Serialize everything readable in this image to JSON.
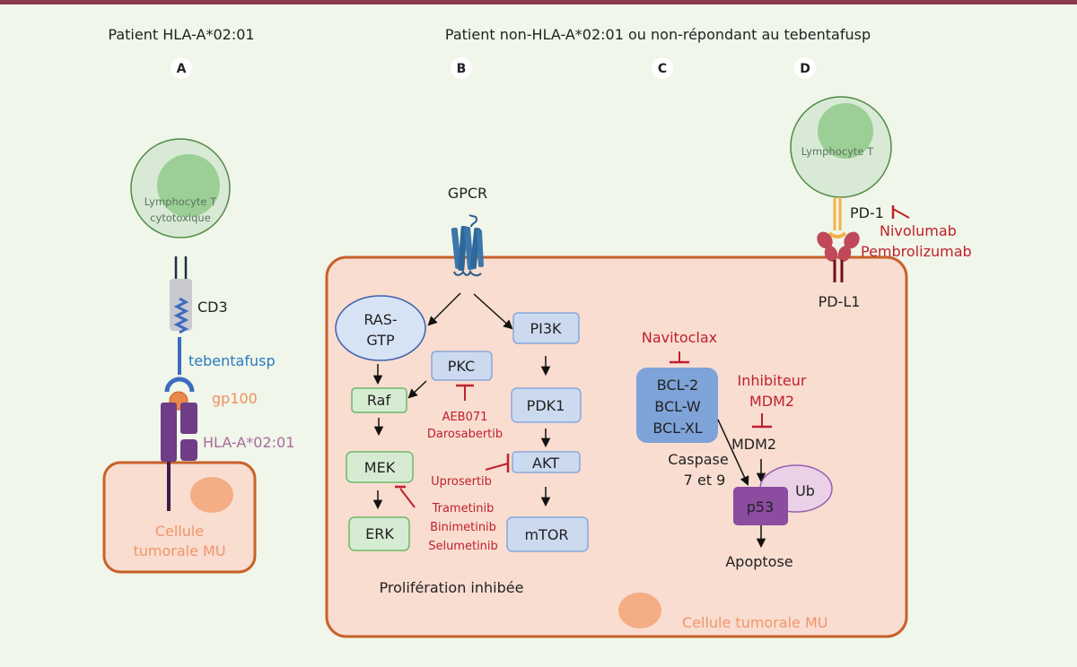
{
  "header": {
    "left_title": "Patient HLA-A*02:01",
    "right_title": "Patient non-HLA-A*02:01 ou non-répondant au tebentafusp"
  },
  "panels": {
    "A": "A",
    "B": "B",
    "C": "C",
    "D": "D"
  },
  "panel_a": {
    "t_cell_line1": "Lymphocyte T",
    "t_cell_line2": "cytotoxique",
    "cd3": "CD3",
    "tebentafusp": "tebentafusp",
    "gp100": "gp100",
    "hla": "HLA-A*02:01",
    "tumor_line1": "Cellule",
    "tumor_line2": "tumorale MU"
  },
  "panel_b": {
    "gpcr": "GPCR",
    "ras_line1": "RAS-",
    "ras_line2": "GTP",
    "raf": "Raf",
    "mek": "MEK",
    "erk": "ERK",
    "pkc": "PKC",
    "pkc_inhibitor_1": "AEB071",
    "pkc_inhibitor_2": "Darosabertib",
    "mek_inhibitor_1": "Trametinib",
    "mek_inhibitor_2": "Binimetinib",
    "mek_inhibitor_3": "Selumetinib",
    "pi3k": "PI3K",
    "pdk1": "PDK1",
    "akt": "AKT",
    "akt_inhibitor": "Uprosertib",
    "mtor": "mTOR",
    "outcome": "Prolifération inhibée"
  },
  "panel_c": {
    "navitoclax": "Navitoclax",
    "bcl2": "BCL-2",
    "bclw": "BCL-W",
    "bclxl": "BCL-XL",
    "mdm2_inhibitor_line1": "Inhibiteur",
    "mdm2_inhibitor_line2": "MDM2",
    "mdm2": "MDM2",
    "caspase_line1": "Caspase",
    "caspase_line2": "7 et 9",
    "p53": "p53",
    "ub": "Ub",
    "apoptose": "Apoptose"
  },
  "panel_d": {
    "t_cell": "Lymphocyte T",
    "pd1": "PD-1",
    "nivolumab": "Nivolumab",
    "pembrolizumab": "Pembrolizumab",
    "pdl1": "PD-L1"
  },
  "big_cell_label": "Cellule tumorale MU",
  "colors": {
    "background": "#f0f6e9",
    "top_bar": "#8a3a4a",
    "cell_fill": "#f8ddd0",
    "cell_border": "#c8612a",
    "nucleus": "#f5ad85",
    "tcell_fill": "#d8ead5",
    "tcell_nucleus": "#9ccf95",
    "tcell_border": "#4f8a45",
    "inhibitor_red": "#c0202e",
    "blue_box": "#ccdaf0",
    "green_box": "#d6ecd2",
    "bcl_box": "#7ea3d8",
    "p53": "#8c4ca0",
    "ub": "#ead1e8",
    "tebentafusp_blue": "#2a7ac0",
    "gp100_orange": "#e98a4a",
    "hla_purple": "#6e3d86"
  }
}
